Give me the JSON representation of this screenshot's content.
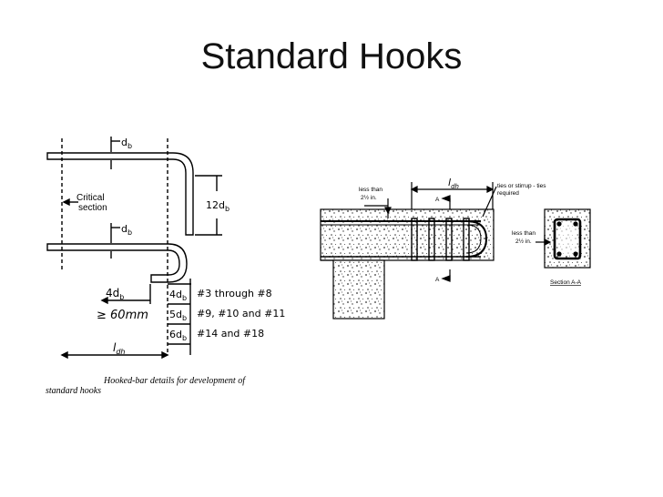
{
  "slide": {
    "title": "Standard Hooks"
  },
  "left_figure": {
    "db_top": "d",
    "db_top_sub": "b",
    "db_mid": "d",
    "db_mid_sub": "b",
    "critical_line1": "Critical",
    "critical_line2": "section",
    "twelve_db": "12d",
    "twelve_db_sub": "b",
    "four_db_left": "4d",
    "four_db_left_sub": "b",
    "min_length": "≥ 60mm",
    "rows": [
      {
        "factor": "4d",
        "sub": "b",
        "bars": "#3 through #8"
      },
      {
        "factor": "5d",
        "sub": "b",
        "bars": "#9, #10 and #11"
      },
      {
        "factor": "6d",
        "sub": "b",
        "bars": "#14 and #18"
      }
    ],
    "ldh": "l",
    "ldh_sub": "dh",
    "caption_line1": "Hooked-bar details for development of",
    "caption_line2": "standard hooks"
  },
  "right_figure": {
    "ldh": "l",
    "ldh_sub": "dh",
    "less_than_1_line1": "less than",
    "less_than_1_line2": "2½ in.",
    "ties_line1": "ties or stirrup - ties",
    "ties_line2": "required",
    "section_arrow_top": "A",
    "section_arrow_bottom": "A",
    "less_than_2_line1": "less than",
    "less_than_2_line2": "2½ in.",
    "section_label": "Section A-A"
  }
}
